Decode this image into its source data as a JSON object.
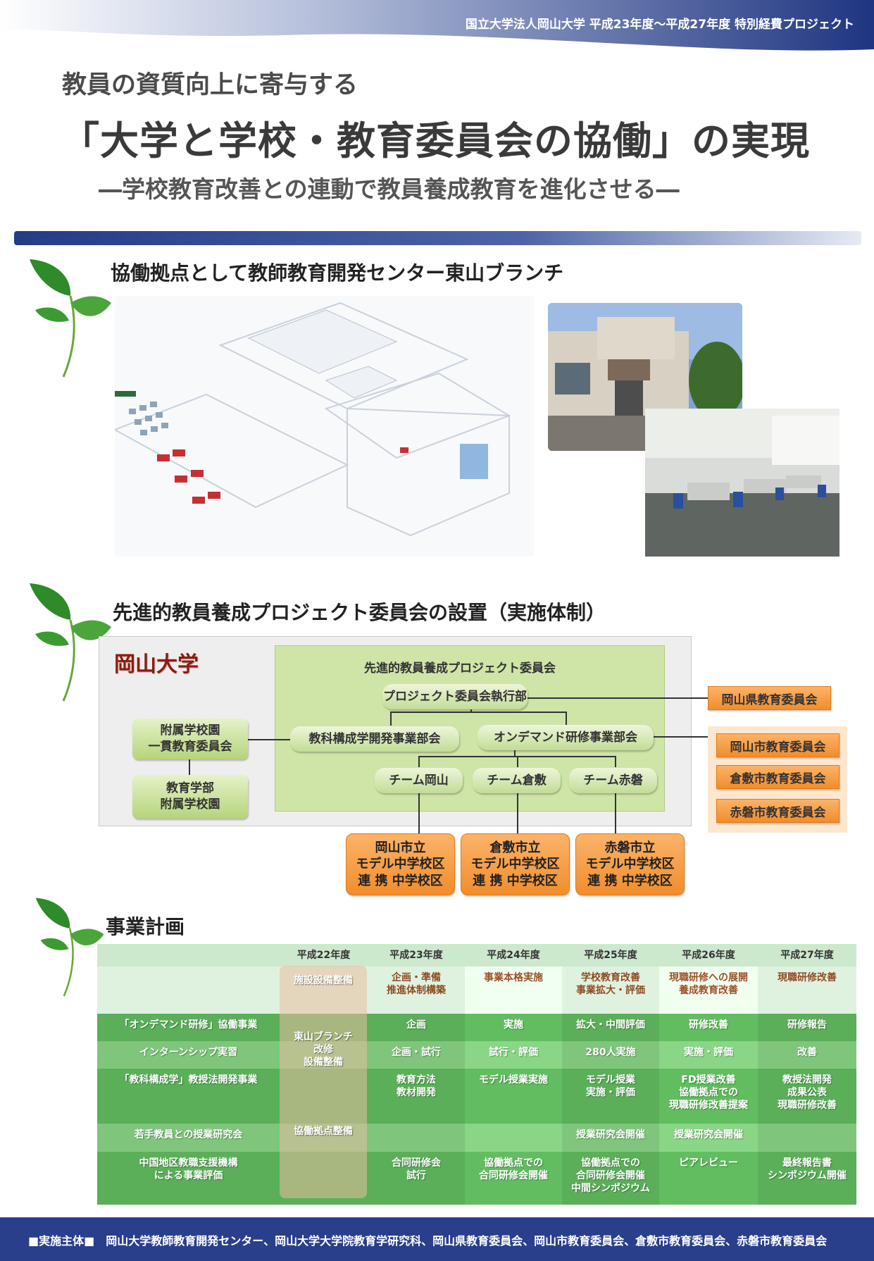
{
  "header": {
    "project_label": "国立大学法人岡山大学 平成23年度〜平成27年度 特別経費プロジェクト",
    "subtitle_top": "教員の資質向上に寄与する",
    "main_title": "「大学と学校・教育委員会の協働」の実現",
    "sub_title": "―学校教育改善との連動で教員養成教育を進化させる―"
  },
  "sections": {
    "s1": "協働拠点として教師教育開発センター東山ブランチ",
    "s2": "先進的教員養成プロジェクト委員会の設置（実施体制）",
    "s3": "事業計画"
  },
  "org": {
    "university": "岡山大学",
    "committee_title": "先進的教員養成プロジェクト委員会",
    "executive": "プロジェクト委員会執行部",
    "dept_subject": "教科構成学開発事業部会",
    "dept_ondemand": "オンデマンド研修事業部会",
    "team_okayama": "チーム岡山",
    "team_kurashiki": "チーム倉敷",
    "team_akaiwa": "チーム赤磐",
    "affiliated_committee": "附属学校園\n一貫教育委員会",
    "faculty_schools": "教育学部\n附属学校園",
    "pref_board": "岡山県教育委員会",
    "city_boards": [
      "岡山市教育委員会",
      "倉敷市教育委員会",
      "赤磐市教育委員会"
    ],
    "model_districts": [
      {
        "city": "岡山市立",
        "line2": "モデル中学校区",
        "line3": "連 携 中学校区"
      },
      {
        "city": "倉敷市立",
        "line2": "モデル中学校区",
        "line3": "連 携 中学校区"
      },
      {
        "city": "赤磐市立",
        "line2": "モデル中学校区",
        "line3": "連 携 中学校区"
      }
    ]
  },
  "schedule": {
    "years": [
      "平成22年度",
      "平成23年度",
      "平成24年度",
      "平成25年度",
      "平成26年度",
      "平成27年度"
    ],
    "phase_row": [
      "",
      "企画・準備\n推進体制構築",
      "事業本格実施",
      "学校教育改善\n事業拡大・評価",
      "現職研修への展開\n養成教育改善",
      "現職研修改善"
    ],
    "h22_phase": "施設設備整備",
    "h22_branch": "東山ブランチ\n改修\n設備整備",
    "h22_hub": "協働拠点整備",
    "rows": [
      {
        "label": "「オンデマンド研修」協働事業",
        "cells": [
          "企画",
          "実施",
          "拡大・中間評価",
          "研修改善",
          "研修報告"
        ]
      },
      {
        "label": "インターンシップ実習",
        "cells": [
          "企画・試行",
          "試行・評価",
          "280人実施",
          "実施・評価",
          "改善"
        ]
      },
      {
        "label": "「教科構成学」教授法開発事業",
        "cells": [
          "教育方法\n教材開発",
          "モデル授業実施",
          "モデル授業\n実施・評価",
          "FD授業改善\n協働拠点での\n現職研修改善提案",
          "教授法開発\n成果公表\n現職研修改善"
        ]
      },
      {
        "label": "若手教員との授業研究会",
        "cells": [
          "",
          "",
          "授業研究会開催",
          "授業研究会開催",
          ""
        ]
      },
      {
        "label": "中国地区教職支援機構\nによる事業評価",
        "cells": [
          "合同研修会\n試行",
          "協働拠点での\n合同研修会開催",
          "協働拠点での\n合同研修会開催\n中間シンポジウム",
          "ピアレビュー",
          "最終報告書\nシンポジウム開催"
        ]
      }
    ]
  },
  "footer": {
    "text": "■実施主体■　岡山大学教師教育開発センター、岡山大学大学院教育学研究科、岡山県教育委員会、岡山市教育委員会、倉敷市教育委員会、赤磐市教育委員会"
  },
  "colors": {
    "navy": "#2a3f8c",
    "green_dark": "#5aaf58",
    "orange": "#f18d2b",
    "university_red": "#8a1c10"
  }
}
